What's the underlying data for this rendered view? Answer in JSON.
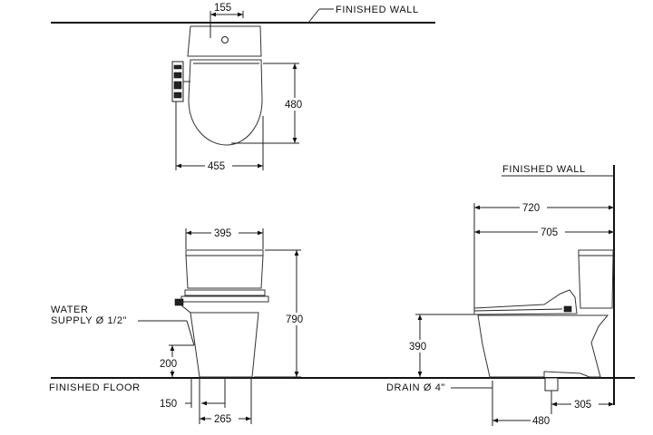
{
  "labels": {
    "finished_wall_top": "FINISHED  WALL",
    "finished_wall_side": "FINISHED  WALL",
    "water_supply_line1": "WATER",
    "water_supply_line2": "SUPPLY Ø 1/2\"",
    "finished_floor": "FINISHED  FLOOR",
    "drain": "DRAIN Ø 4\""
  },
  "dimensions": {
    "top_tank_offset": "155",
    "top_seat_length": "480",
    "top_width": "455",
    "front_tank_width": "395",
    "front_height": "790",
    "front_supply_height": "200",
    "front_supply_offset": "150",
    "front_base_width": "265",
    "side_total_length": "720",
    "side_body_length": "705",
    "side_seat_height": "390",
    "side_drain_length": "480",
    "side_drain_offset": "305"
  }
}
